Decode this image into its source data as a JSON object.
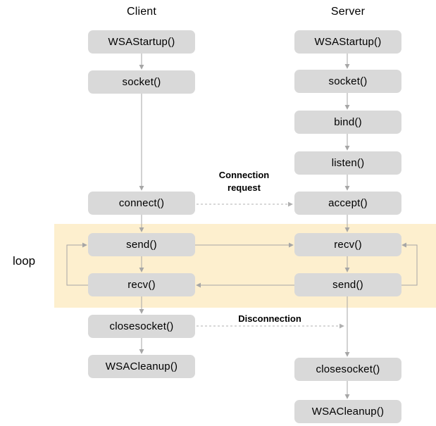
{
  "client": {
    "title": "Client",
    "steps": [
      "WSAStartup()",
      "socket()",
      "connect()",
      "send()",
      "recv()",
      "closesocket()",
      "WSACleanup()"
    ]
  },
  "server": {
    "title": "Server",
    "steps": [
      "WSAStartup()",
      "socket()",
      "bind()",
      "listen()",
      "accept()",
      "recv()",
      "send()",
      "closesocket()",
      "WSACleanup()"
    ]
  },
  "labels": {
    "loop": "loop",
    "connection_request": "Connection request",
    "disconnection": "Disconnection"
  },
  "colors": {
    "node_fill": "#d9d9d9",
    "loop_band": "#fdefce",
    "arrow": "#a6a6a6",
    "dashed_arrow": "#b0b0b0",
    "text": "#000000"
  }
}
